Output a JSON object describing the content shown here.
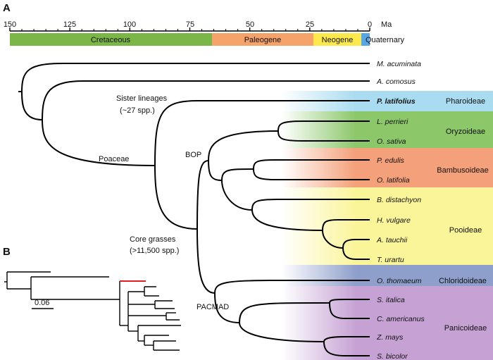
{
  "panels": {
    "a": "A",
    "b": "B"
  },
  "timescale": {
    "unit": "Ma",
    "ticks": [
      "150",
      "125",
      "100",
      "75",
      "50",
      "25",
      "0"
    ],
    "periods": [
      {
        "name": "Cretaceous",
        "color": "#7ab648"
      },
      {
        "name": "Paleogene",
        "color": "#f5a26b"
      },
      {
        "name": "Neogene",
        "color": "#fde94b"
      },
      {
        "name": "Quaternary",
        "color": "#58a6e6"
      }
    ]
  },
  "taxa": [
    "M. acuminata",
    "A. comosus",
    "P. latifolius",
    "L. perrieri",
    "O. sativa",
    "P. edulis",
    "O. latifolia",
    "B. distachyon",
    "H. vulgare",
    "A. tauchii",
    "T. urartu",
    "O. thomaeum",
    "S. italica",
    "C. americanus",
    "Z. mays",
    "S. bicolor"
  ],
  "nodes": {
    "sister_line1": "Sister lineages",
    "sister_line2": "(~27 spp.)",
    "poaceae": "Poaceae",
    "bop": "BOP",
    "core_line1": "Core grasses",
    "core_line2": "(>11,500 spp.)",
    "pacmad": "PACMAD"
  },
  "subfamilies": [
    {
      "name": "Pharoideae",
      "color": "#a9dcf0"
    },
    {
      "name": "Oryzoideae",
      "color": "#8cc76a"
    },
    {
      "name": "Bambusoideae",
      "color": "#f4a07a"
    },
    {
      "name": "Pooideae",
      "color": "#fbf59a"
    },
    {
      "name": "Chloridoideae",
      "color": "#8f9fcb"
    },
    {
      "name": "Panicoideae",
      "color": "#c6a2d4"
    }
  ],
  "panel_b": {
    "scale_label": "0.06",
    "highlight_color": "#e02020"
  }
}
